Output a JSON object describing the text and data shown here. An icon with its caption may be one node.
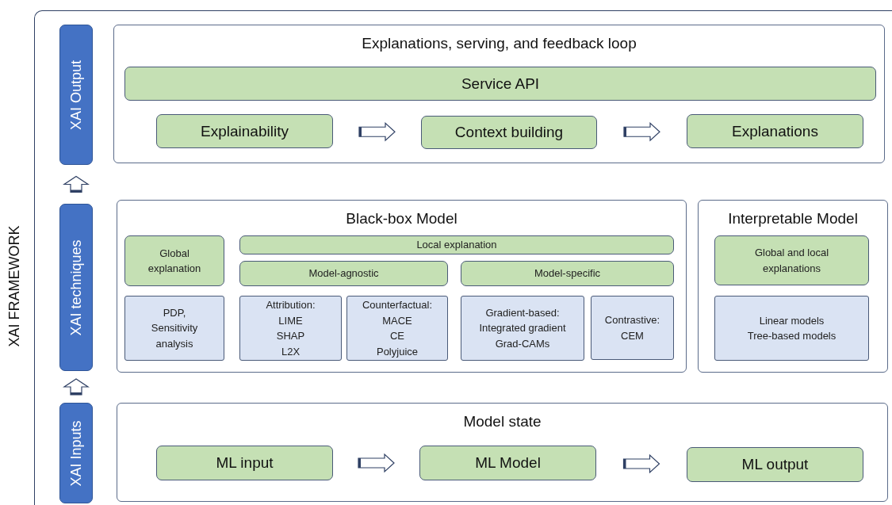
{
  "diagram": {
    "nodes": [
      {
        "text": [
          "XAI FRAMEWORK"
        ]
      },
      {
        "text": [
          "XAI Output"
        ],
        "in": 0
      },
      {
        "text": [
          "Explanations, serving, and feedback loop"
        ],
        "in": 0
      },
      {
        "text": [
          "Service API"
        ],
        "in": 2
      },
      {
        "text": [
          "Explainability"
        ],
        "in": 2
      },
      {
        "text": [
          "Context building"
        ],
        "in": 2
      },
      {
        "text": [
          "Explanations"
        ],
        "in": 2
      },
      {
        "text": [
          "XAI techniques"
        ],
        "in": 0
      },
      {
        "text": [
          "Black-box Model"
        ],
        "in": 0
      },
      {
        "text": [
          "Global explanation"
        ],
        "in": 8
      },
      {
        "text": [
          "Local explanation"
        ],
        "in": 8
      },
      {
        "text": [
          "Model-agnostic"
        ],
        "in": 8
      },
      {
        "text": [
          "Model-specific"
        ],
        "in": 8
      },
      {
        "text": [
          "PDP, Sensitivity analysis"
        ],
        "in": 8
      },
      {
        "text": [
          "Attribution: LIME SHAP L2X"
        ],
        "in": 8
      },
      {
        "text": [
          "Counterfactual: MACE CE Polyjuice"
        ],
        "in": 8
      },
      {
        "text": [
          "Gradient-based: Integrated gradient Grad-CAMs"
        ],
        "in": 8
      },
      {
        "text": [
          "Contrastive: CEM"
        ],
        "in": 8
      },
      {
        "text": [
          "Interpretable Model"
        ],
        "in": 0
      },
      {
        "text": [
          "Global and local explanations"
        ],
        "in": 18
      },
      {
        "text": [
          "Linear models Tree-based models"
        ],
        "in": 18
      },
      {
        "text": [
          "XAI Inputs"
        ],
        "in": 0
      },
      {
        "text": [
          "Model state"
        ],
        "in": 0
      },
      {
        "text": [
          "ML input"
        ],
        "in": 22
      },
      {
        "text": [
          "ML Model"
        ],
        "in": 22
      },
      {
        "text": [
          "ML output"
        ],
        "in": 22
      }
    ],
    "edges": [
      {
        "from": 4,
        "to": 5,
        "arrow": "to"
      },
      {
        "from": 5,
        "to": 6,
        "arrow": "to"
      },
      {
        "from": 21,
        "to": 7,
        "arrow": "to"
      },
      {
        "from": 7,
        "to": 1,
        "arrow": "to"
      },
      {
        "from": 23,
        "to": 24,
        "arrow": "to"
      },
      {
        "from": 24,
        "to": 25,
        "arrow": "to"
      }
    ]
  }
}
